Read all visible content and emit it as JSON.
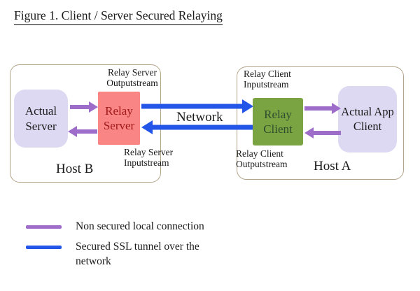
{
  "title": "Figure 1. Client / Server Secured Relaying",
  "network_label": "Network",
  "hosts": {
    "host_b": {
      "label": "Host B"
    },
    "host_a": {
      "label": "Host A"
    }
  },
  "nodes": {
    "actual_server": {
      "label": "Actual Server"
    },
    "relay_server": {
      "label": "Relay Server"
    },
    "relay_client": {
      "label": "Relay Client"
    },
    "actual_app_client": {
      "label": "Actual App Client"
    }
  },
  "stream_labels": {
    "relay_server_outputstream": "Relay Server Outputstream",
    "relay_server_inputstream": "Relay Server Inputstream",
    "relay_client_inputstream": "Relay Client Inputstream",
    "relay_client_outputstream": "Relay Client Outputstream"
  },
  "connections": {
    "local_top_host_b": "non-secured local connection, Actual Server to Relay Server",
    "local_bottom_host_b": "non-secured local connection, Relay Server to Actual Server",
    "ssl_top": "secured SSL tunnel, Relay Server to Relay Client",
    "ssl_bottom": "secured SSL tunnel, Relay Client to Relay Server",
    "local_top_host_a": "non-secured local connection, Relay Client to Actual App Client",
    "local_bottom_host_a": "non-secured local connection, Actual App Client to Relay Client"
  },
  "legend": {
    "items": [
      {
        "label": "Non secured local connection",
        "line": "purple"
      },
      {
        "label": "Secured SSL tunnel over the network",
        "line": "blue"
      }
    ]
  },
  "colors": {
    "purple_arrow": "#9d6dc9",
    "blue_arrow": "#2255e8",
    "host_border": "#b3a58a",
    "lavender_box": "#ded9f3",
    "salmon_box": "#f98585",
    "salmon_text": "#a01818",
    "green_box": "#7aa342",
    "green_text": "#2e4d2e",
    "text": "#1a1a1a"
  }
}
